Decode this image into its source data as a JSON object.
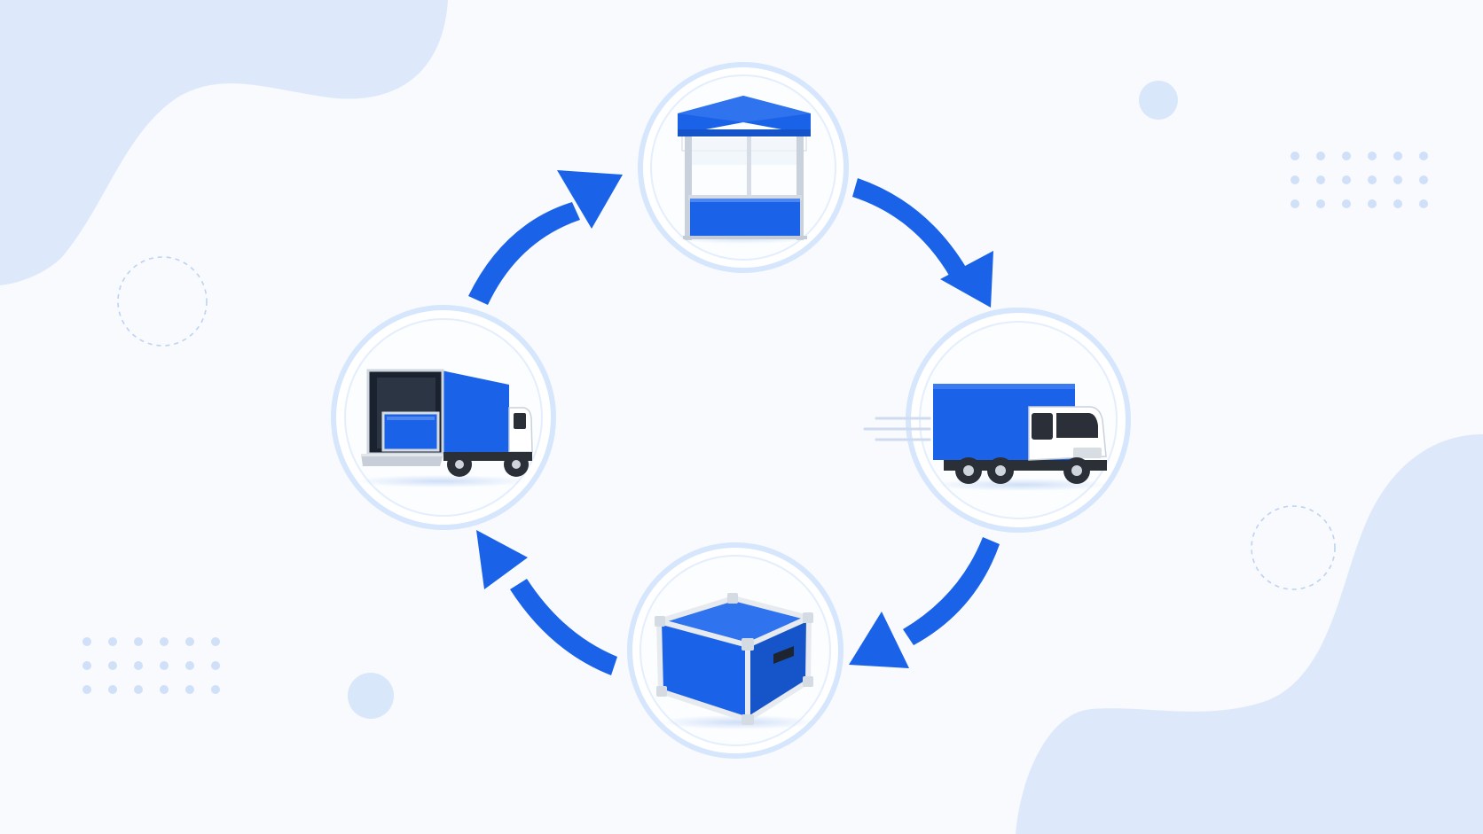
{
  "colors": {
    "background": "#f8fafd",
    "blob": "#dde9fb",
    "ring": "#d6e6fc",
    "primary_blue": "#1a63e8",
    "dot": "#cfe0f8",
    "dashed": "#bcd3f3"
  },
  "cycle": {
    "stages": [
      {
        "icon": "booth-kiosk-icon"
      },
      {
        "icon": "delivery-truck-icon"
      },
      {
        "icon": "transport-case-icon"
      },
      {
        "icon": "loading-truck-icon"
      }
    ],
    "arrows": [
      {
        "from": "booth-kiosk-icon",
        "to": "delivery-truck-icon"
      },
      {
        "from": "delivery-truck-icon",
        "to": "transport-case-icon"
      },
      {
        "from": "transport-case-icon",
        "to": "loading-truck-icon"
      },
      {
        "from": "loading-truck-icon",
        "to": "booth-kiosk-icon"
      }
    ]
  },
  "decorations": [
    "wave-blob",
    "dot-grid",
    "dashed-circle",
    "solid-dot"
  ]
}
